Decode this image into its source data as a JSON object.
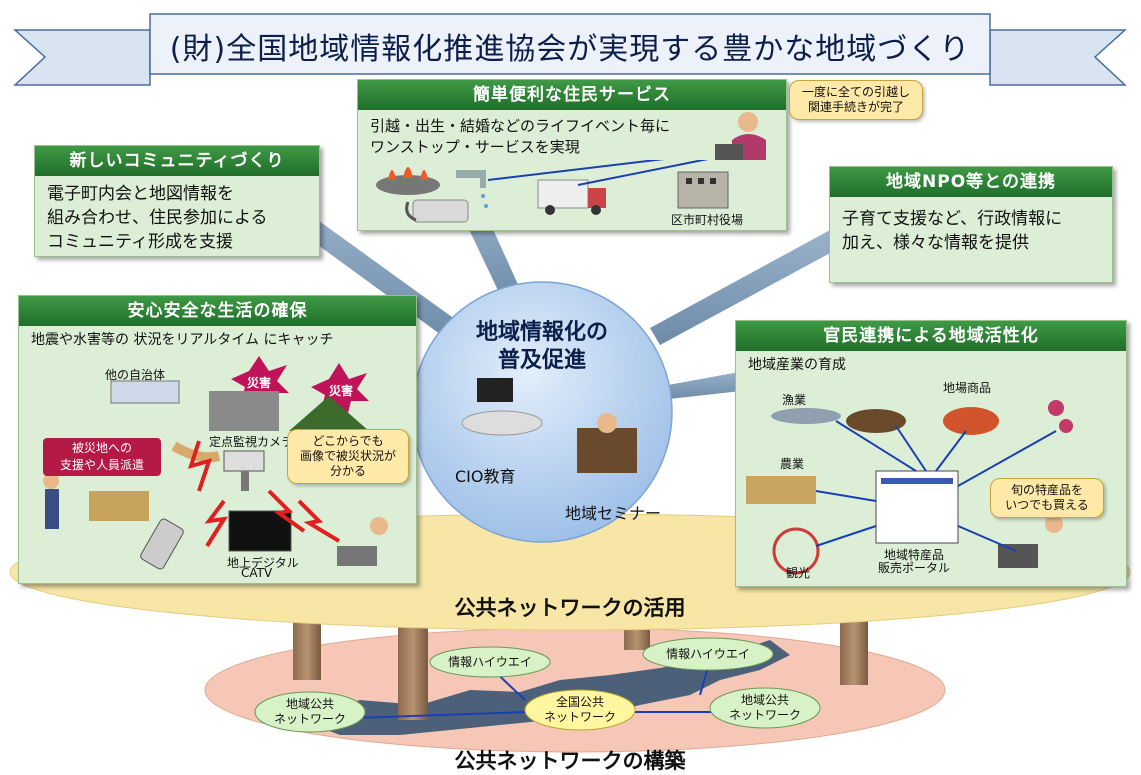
{
  "title": "(財)全国地域情報化推進協会が実現する豊かな地域づくり",
  "center": {
    "line1": "地域情報化の",
    "line2": "普及促進",
    "cio": "CIO教育",
    "seminar": "地域セミナー"
  },
  "boxes": {
    "service": {
      "title": "簡単便利な住民サービス",
      "line1": "引越・出生・結婚などのライフイベント毎に",
      "line2": "ワンストップ・サービスを実現",
      "office": "区市町村役場"
    },
    "community": {
      "title": "新しいコミュニティづくり",
      "line1": "電子町内会と地図情報を",
      "line2": "組み合わせ、住民参加による",
      "line3": "コミュニティ形成を支援"
    },
    "npo": {
      "title": "地域NPO等との連携",
      "line1": "子育て支援など、行政情報に",
      "line2": "加え、様々な情報を提供"
    },
    "safety": {
      "title": "安心安全な生活の確保",
      "line1": "地震や水害等の 状況をリアルタイム にキャッチ",
      "other_city": "他の自治体",
      "disaster1": "災害",
      "disaster2": "災害",
      "camera": "定点監視カメラ",
      "support1": "被災地への",
      "support2": "支援や人員派遣",
      "tv1": "地上デジタル",
      "tv2": "CATV"
    },
    "partnership": {
      "title": "官民連携による地域活性化",
      "line1": "地域産業の育成",
      "fishery": "漁業",
      "local_goods": "地場商品",
      "agriculture": "農業",
      "tourism": "観光",
      "portal1": "地域特産品",
      "portal2": "販売ポータル"
    }
  },
  "callouts": {
    "moving1": "一度に全ての引越し",
    "moving2": "関連手続きが完了",
    "anywhere1": "どこからでも",
    "anywhere2": "画像で被災状況が",
    "anywhere3": "分かる",
    "seasonal1": "旬の特産品を",
    "seasonal2": "いつでも買える"
  },
  "network": {
    "utilization": "公共ネットワークの活用",
    "construction": "公共ネットワークの構築",
    "highway1": "情報ハイウエイ",
    "highway2": "情報ハイウエイ",
    "local_left1": "地域公共",
    "local_left2": "ネットワーク",
    "national1": "全国公共",
    "national2": "ネットワーク",
    "local_right1": "地域公共",
    "local_right2": "ネットワーク"
  },
  "colors": {
    "box_green": "#dcefd6",
    "header_green": "#2e8a38",
    "platform": "#f7e6a6",
    "globe": "#b9d3f0",
    "base": "#f6c7b6"
  }
}
